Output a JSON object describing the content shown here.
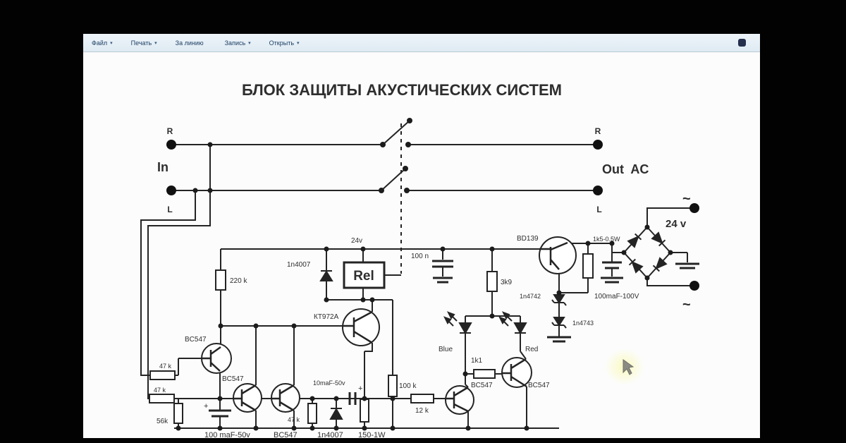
{
  "toolbar": {
    "menus": [
      {
        "label": "Файл",
        "arrow": "▾"
      },
      {
        "label": "Печать",
        "arrow": "▾"
      },
      {
        "label": "За линию",
        "arrow": ""
      },
      {
        "label": "Запись",
        "arrow": "▾"
      },
      {
        "label": "Открыть",
        "arrow": "▾"
      }
    ],
    "icon": "app-icon"
  },
  "schematic": {
    "title": "БЛОК ЗАЩИТЫ АКУСТИЧЕСКИХ СИСТЕМ",
    "colors": {
      "line": "#242424",
      "text": "#2e2e2e",
      "paper": "#fcfcfc"
    },
    "labels": {
      "title": "БЛОК ЗАЩИТЫ АКУСТИЧЕСКИХ СИСТЕМ",
      "in_r": "R",
      "in_label": "In",
      "in_l": "L",
      "out_r": "R",
      "out_label": "Out  AC",
      "out_l": "L",
      "v24_small": "24v",
      "d1": "1n4007",
      "rel": "Rel",
      "c_100n": "100 n",
      "r_3k9": "3k9",
      "q_bd139": "BD139",
      "r_1k5": "1k5-0.5W",
      "z1": "1n4742",
      "z2": "1n4743",
      "c_bridge": "100maF-100V",
      "v24_big": "24 v",
      "ac_top": "~",
      "ac_bottom": "~",
      "r_220k": "220 k",
      "q_kt972a": "КТ972А",
      "q1": "BC547",
      "q2": "BC547",
      "q3": "BC547",
      "q4": "BC547",
      "q5": "BC547",
      "r_47k_1": "47 k",
      "r_47k_2": "47 k",
      "r_47k_3": "47 k",
      "r_56k": "56k",
      "c_10maf": "10maF-50v",
      "plus1": "+",
      "plus2": "+",
      "r_100k": "100 k",
      "r_12k": "12 k",
      "led_blue": "Blue",
      "led_red": "Red",
      "r_1k1": "1k1",
      "c_100maf": "100 maF-50v",
      "d2": "1n4007",
      "r_150": "150-1W"
    }
  }
}
